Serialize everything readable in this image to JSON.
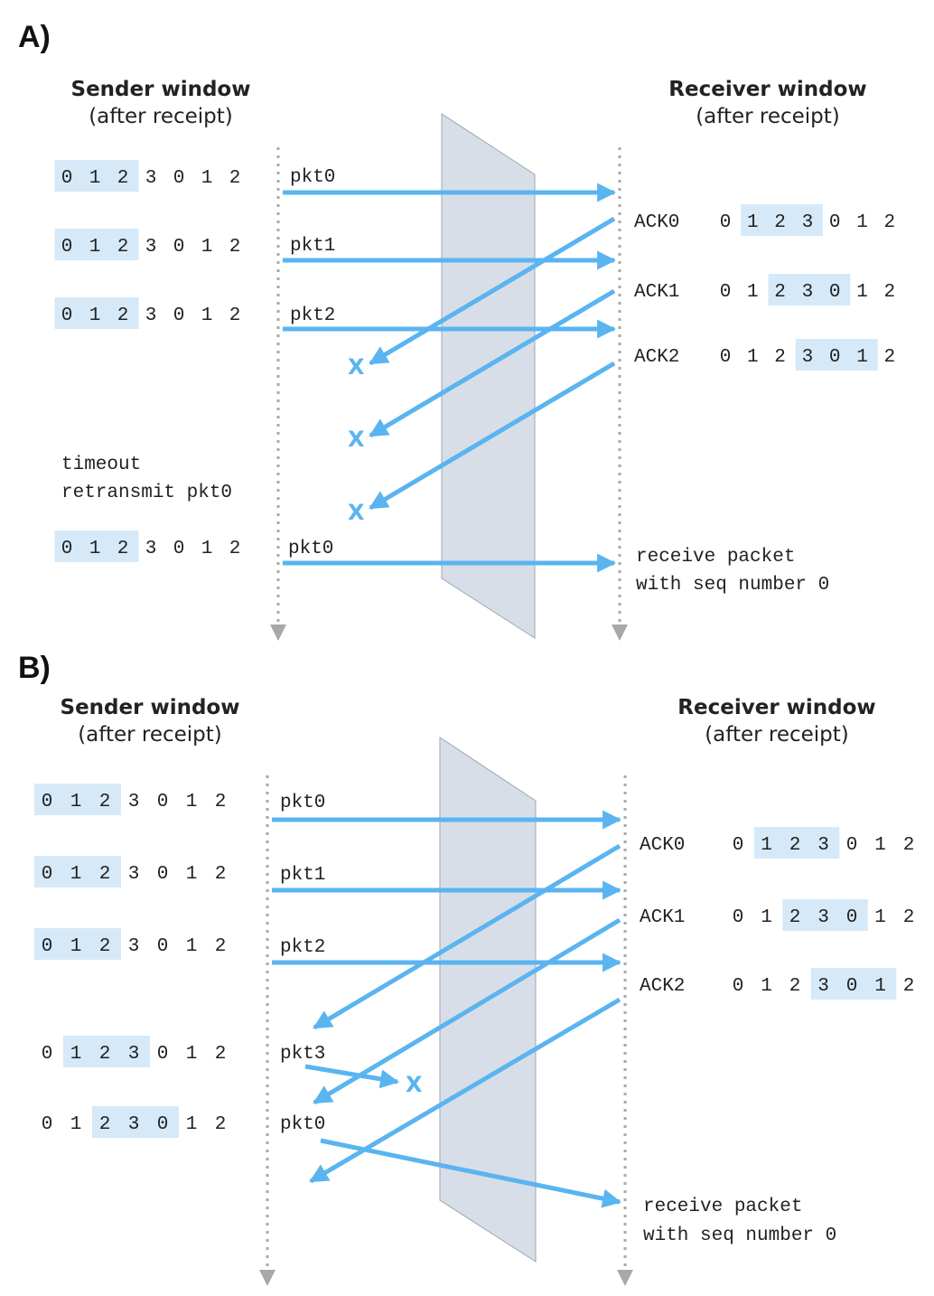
{
  "colors": {
    "arrow": "#5ab4f0",
    "window_highlight": "#d6e9f8",
    "barrier": "#b8c3d3",
    "timeline": "#a8a8a8"
  },
  "panel_a": {
    "label": "A)",
    "sender_title": "Sender window",
    "sender_subtitle": "(after receipt)",
    "receiver_title": "Receiver window",
    "receiver_subtitle": "(after receipt)",
    "sender_rows": [
      {
        "digits": [
          "0",
          "1",
          "2",
          "3",
          "0",
          "1",
          "2"
        ],
        "window_start": 0
      },
      {
        "digits": [
          "0",
          "1",
          "2",
          "3",
          "0",
          "1",
          "2"
        ],
        "window_start": 0
      },
      {
        "digits": [
          "0",
          "1",
          "2",
          "3",
          "0",
          "1",
          "2"
        ],
        "window_start": 0
      },
      {
        "digits": [
          "0",
          "1",
          "2",
          "3",
          "0",
          "1",
          "2"
        ],
        "window_start": 0
      }
    ],
    "receiver_rows": [
      {
        "ack": "ACK0",
        "digits": [
          "0",
          "1",
          "2",
          "3",
          "0",
          "1",
          "2"
        ],
        "window_start": 1
      },
      {
        "ack": "ACK1",
        "digits": [
          "0",
          "1",
          "2",
          "3",
          "0",
          "1",
          "2"
        ],
        "window_start": 2
      },
      {
        "ack": "ACK2",
        "digits": [
          "0",
          "1",
          "2",
          "3",
          "0",
          "1",
          "2"
        ],
        "window_start": 3
      }
    ],
    "packets": [
      "pkt0",
      "pkt1",
      "pkt2",
      "pkt0"
    ],
    "timeout_line1": "timeout",
    "timeout_line2": "retransmit pkt0",
    "receive_line1": "receive packet",
    "receive_line2": "with seq number 0",
    "lost_marks": [
      "X",
      "X",
      "X"
    ]
  },
  "panel_b": {
    "label": "B)",
    "sender_title": "Sender window",
    "sender_subtitle": "(after receipt)",
    "receiver_title": "Receiver window",
    "receiver_subtitle": "(after receipt)",
    "sender_rows": [
      {
        "digits": [
          "0",
          "1",
          "2",
          "3",
          "0",
          "1",
          "2"
        ],
        "window_start": 0
      },
      {
        "digits": [
          "0",
          "1",
          "2",
          "3",
          "0",
          "1",
          "2"
        ],
        "window_start": 0
      },
      {
        "digits": [
          "0",
          "1",
          "2",
          "3",
          "0",
          "1",
          "2"
        ],
        "window_start": 0
      },
      {
        "digits": [
          "0",
          "1",
          "2",
          "3",
          "0",
          "1",
          "2"
        ],
        "window_start": 1
      },
      {
        "digits": [
          "0",
          "1",
          "2",
          "3",
          "0",
          "1",
          "2"
        ],
        "window_start": 2
      }
    ],
    "receiver_rows": [
      {
        "ack": "ACK0",
        "digits": [
          "0",
          "1",
          "2",
          "3",
          "0",
          "1",
          "2"
        ],
        "window_start": 1
      },
      {
        "ack": "ACK1",
        "digits": [
          "0",
          "1",
          "2",
          "3",
          "0",
          "1",
          "2"
        ],
        "window_start": 2
      },
      {
        "ack": "ACK2",
        "digits": [
          "0",
          "1",
          "2",
          "3",
          "0",
          "1",
          "2"
        ],
        "window_start": 3
      }
    ],
    "packets": [
      "pkt0",
      "pkt1",
      "pkt2",
      "pkt3",
      "pkt0"
    ],
    "receive_line1": "receive packet",
    "receive_line2": "with seq number 0",
    "lost_marks": [
      "X"
    ]
  }
}
